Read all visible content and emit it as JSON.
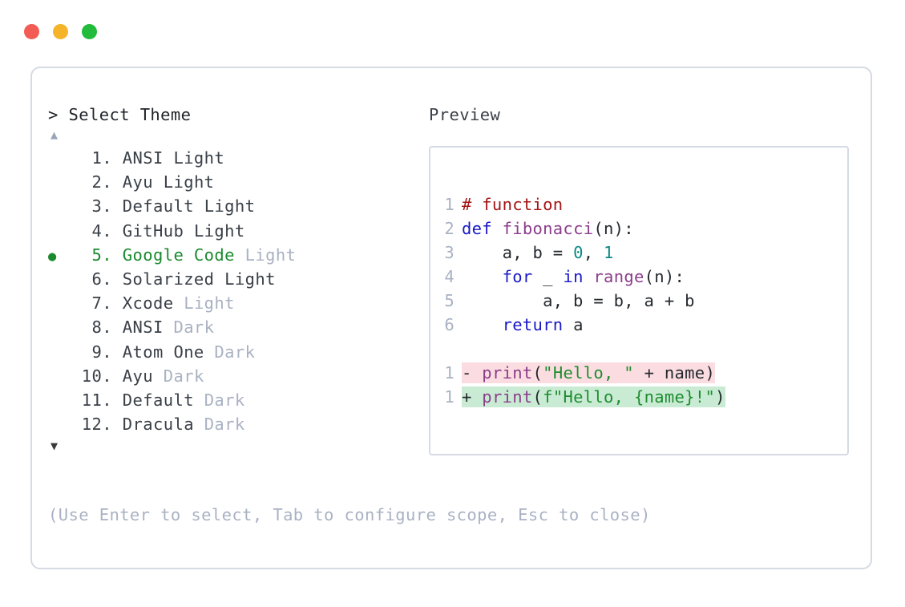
{
  "window": {
    "dots": [
      {
        "name": "close-dot",
        "color": "#F25C54"
      },
      {
        "name": "minimize-dot",
        "color": "#F5B32A"
      },
      {
        "name": "maximize-dot",
        "color": "#22BB3C"
      }
    ]
  },
  "picker": {
    "prompt_caret": ">",
    "prompt_label": "Select Theme",
    "scroll_up_icon": "▲",
    "scroll_down_icon": "▼",
    "selected_index": 5,
    "selected_bullet": "●",
    "accent_color": "#1a8a2e",
    "dim_color": "#A9B2C3",
    "items": [
      {
        "number": "1.",
        "name": "ANSI",
        "variant": "Light",
        "variant_dim": false,
        "selected": false
      },
      {
        "number": "2.",
        "name": "Ayu",
        "variant": "Light",
        "variant_dim": false,
        "selected": false
      },
      {
        "number": "3.",
        "name": "Default",
        "variant": "Light",
        "variant_dim": false,
        "selected": false
      },
      {
        "number": "4.",
        "name": "GitHub",
        "variant": "Light",
        "variant_dim": false,
        "selected": false
      },
      {
        "number": "5.",
        "name": "Google Code",
        "variant": "Light",
        "variant_dim": true,
        "selected": true
      },
      {
        "number": "6.",
        "name": "Solarized",
        "variant": "Light",
        "variant_dim": false,
        "selected": false
      },
      {
        "number": "7.",
        "name": "Xcode",
        "variant": "Light",
        "variant_dim": true,
        "selected": false
      },
      {
        "number": "8.",
        "name": "ANSI",
        "variant": "Dark",
        "variant_dim": true,
        "selected": false
      },
      {
        "number": "9.",
        "name": "Atom One",
        "variant": "Dark",
        "variant_dim": true,
        "selected": false
      },
      {
        "number": "10.",
        "name": "Ayu",
        "variant": "Dark",
        "variant_dim": true,
        "selected": false
      },
      {
        "number": "11.",
        "name": "Default",
        "variant": "Dark",
        "variant_dim": true,
        "selected": false
      },
      {
        "number": "12.",
        "name": "Dracula",
        "variant": "Dark",
        "variant_dim": true,
        "selected": false
      }
    ],
    "footer_hint": "(Use Enter to select, Tab to configure scope, Esc to close)"
  },
  "preview": {
    "label": "Preview",
    "code_lines": [
      {
        "n": "1",
        "tokens": [
          {
            "t": "# function",
            "c": "tok-comment"
          }
        ]
      },
      {
        "n": "2",
        "tokens": [
          {
            "t": "def ",
            "c": "tok-keyword"
          },
          {
            "t": "fibonacci",
            "c": "tok-func"
          },
          {
            "t": "(n):",
            "c": "tok-plain"
          }
        ]
      },
      {
        "n": "3",
        "tokens": [
          {
            "t": "    a, b = ",
            "c": "tok-plain"
          },
          {
            "t": "0",
            "c": "tok-number"
          },
          {
            "t": ", ",
            "c": "tok-plain"
          },
          {
            "t": "1",
            "c": "tok-number"
          }
        ]
      },
      {
        "n": "4",
        "tokens": [
          {
            "t": "    ",
            "c": "tok-plain"
          },
          {
            "t": "for",
            "c": "tok-keyword"
          },
          {
            "t": " _ ",
            "c": "tok-plain"
          },
          {
            "t": "in",
            "c": "tok-keyword"
          },
          {
            "t": " ",
            "c": "tok-plain"
          },
          {
            "t": "range",
            "c": "tok-func"
          },
          {
            "t": "(n):",
            "c": "tok-plain"
          }
        ]
      },
      {
        "n": "5",
        "tokens": [
          {
            "t": "        a, b = b, a + b",
            "c": "tok-plain"
          }
        ]
      },
      {
        "n": "6",
        "tokens": [
          {
            "t": "    ",
            "c": "tok-plain"
          },
          {
            "t": "return",
            "c": "tok-keyword"
          },
          {
            "t": " a",
            "c": "tok-plain"
          }
        ]
      }
    ],
    "diff_lines": [
      {
        "n": "1",
        "kind": "diff-del",
        "marker": "- ",
        "tokens": [
          {
            "t": "print",
            "c": "tok-func"
          },
          {
            "t": "(",
            "c": "tok-plain"
          },
          {
            "t": "\"Hello, \"",
            "c": "tok-string"
          },
          {
            "t": " + name)",
            "c": "tok-plain"
          }
        ]
      },
      {
        "n": "1",
        "kind": "diff-add",
        "marker": "+ ",
        "tokens": [
          {
            "t": "print",
            "c": "tok-func"
          },
          {
            "t": "(",
            "c": "tok-plain"
          },
          {
            "t": "f\"Hello, {name}!\"",
            "c": "tok-string"
          },
          {
            "t": ")",
            "c": "tok-plain"
          }
        ]
      }
    ]
  }
}
